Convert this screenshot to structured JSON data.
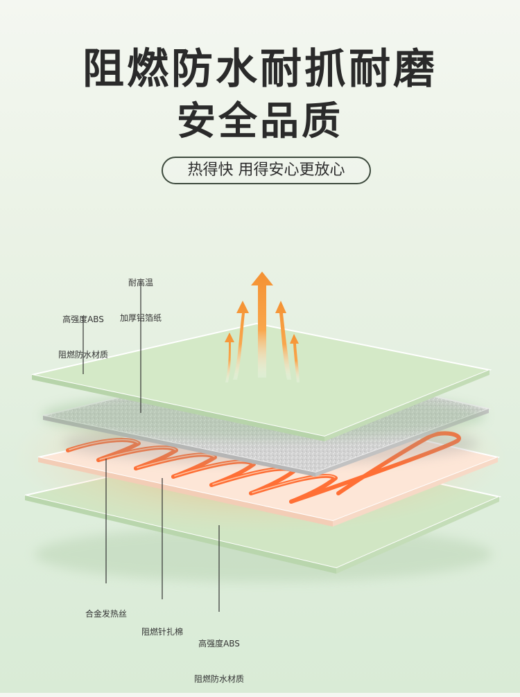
{
  "headline": {
    "line1": "阻燃防水耐抓耐磨",
    "line2": "安全品质",
    "tagline": "热得快 用得安心更放心"
  },
  "layers": {
    "foil": {
      "line1": "耐高温",
      "line2": "加厚铝箔纸"
    },
    "top_abs": {
      "line1": "高强度ABS",
      "line2": "阻燃防水材质"
    },
    "wire": {
      "line1": "合金发热丝"
    },
    "cotton": {
      "line1": "阻燃针扎棉"
    },
    "bottom_abs": {
      "line1": "高强度ABS",
      "line2": "阻燃防水材质"
    }
  },
  "colors": {
    "abs_green": "#d3e8c6",
    "foil_gray": "#cfcfcf",
    "wire_orange": "#ff7a3c",
    "arrow_orange": "#f7a04a"
  }
}
